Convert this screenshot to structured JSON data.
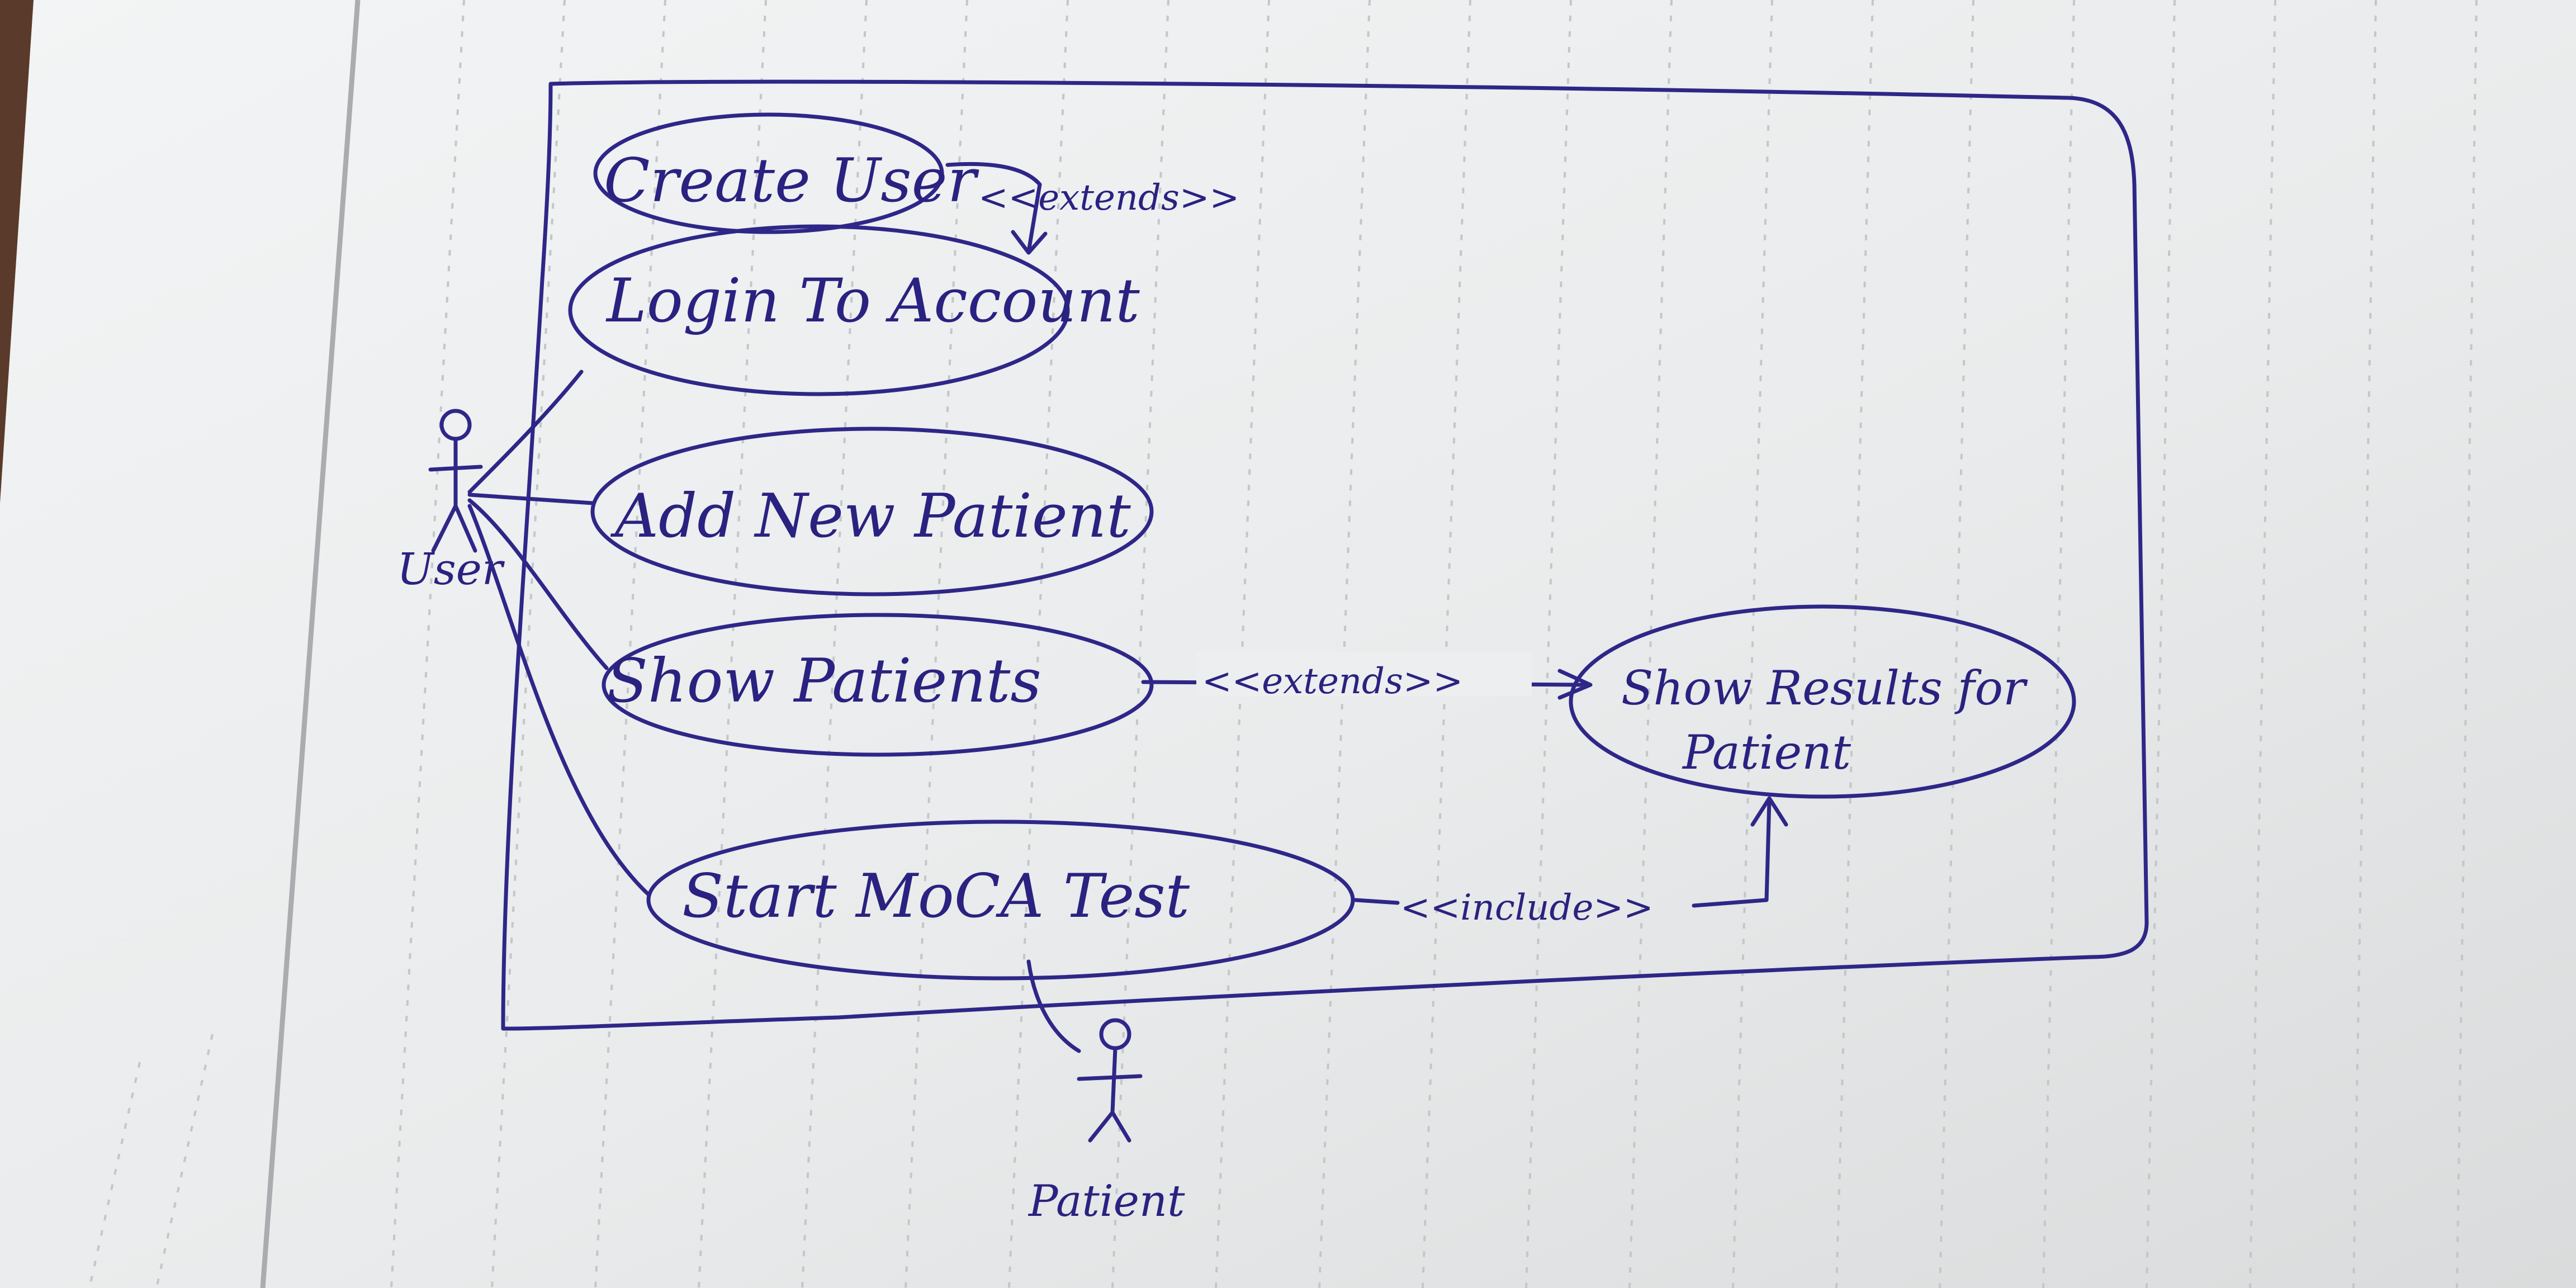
{
  "diagram": {
    "use_cases": [
      {
        "id": "create_user",
        "label": "Create User"
      },
      {
        "id": "login",
        "label": "Login To Account"
      },
      {
        "id": "add_patient",
        "label": "Add New Patient"
      },
      {
        "id": "show_patients",
        "label": "Show Patients"
      },
      {
        "id": "start_moca",
        "label": "Start MoCA Test"
      },
      {
        "id": "show_results",
        "label_line1": "Show Results for",
        "label_line2": "Patient"
      }
    ],
    "actors": {
      "user": "User",
      "patient": "Patient"
    },
    "relations": {
      "create_to_login": "<<extends>>",
      "patients_to_results": "<<extends>>",
      "moca_to_results": "<<include>>"
    },
    "colors": {
      "ink": "#2e2788",
      "paper": "#eef0f1",
      "paper_line": "#c9cdd0",
      "background": "#5a3a2a"
    }
  }
}
